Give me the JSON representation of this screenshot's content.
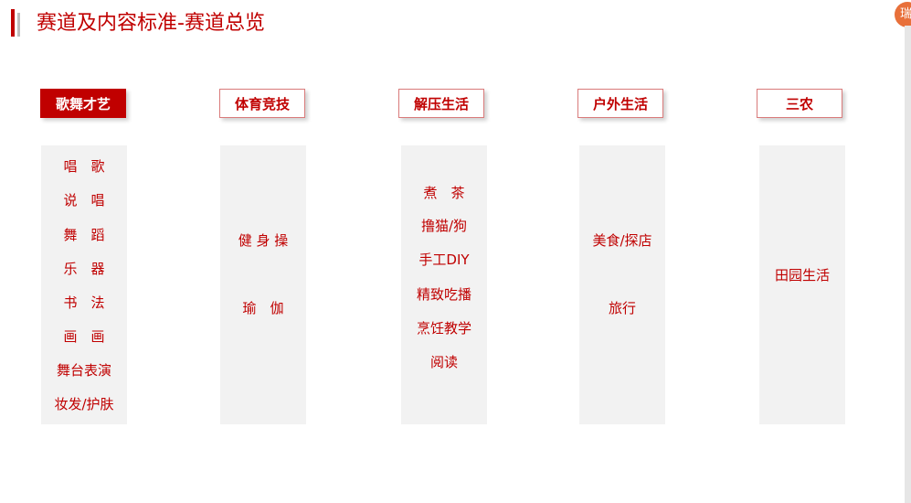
{
  "page": {
    "title": "赛道及内容标准-赛道总览",
    "accent_color": "#c00000",
    "badge_icon": "chat-icon",
    "badge_text": "瑞"
  },
  "tracks": [
    {
      "name": "歌舞才艺",
      "active": true,
      "items": [
        "唱　歌",
        "说　唱",
        "舞　蹈",
        "乐　器",
        "书　法",
        "画　画",
        "舞台表演",
        "妆发/护肤"
      ]
    },
    {
      "name": "体育竞技",
      "active": false,
      "items": [
        "健 身 操",
        "瑜　伽"
      ]
    },
    {
      "name": "解压生活",
      "active": false,
      "items": [
        "煮　茶",
        "撸猫/狗",
        "手工DIY",
        "精致吃播",
        "烹饪教学",
        "阅读"
      ]
    },
    {
      "name": "户外生活",
      "active": false,
      "items": [
        "美食/探店",
        "旅行"
      ]
    },
    {
      "name": "三农",
      "active": false,
      "items": [
        "田园生活"
      ]
    }
  ]
}
